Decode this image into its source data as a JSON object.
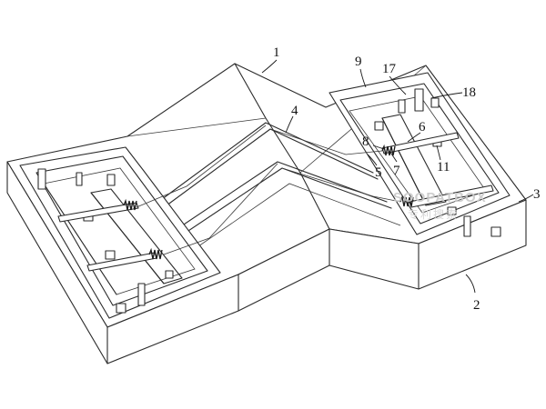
{
  "diagram": {
    "labels": [
      {
        "id": "1",
        "text": "1"
      },
      {
        "id": "2",
        "text": "2"
      },
      {
        "id": "3",
        "text": "3"
      },
      {
        "id": "4",
        "text": "4"
      },
      {
        "id": "5",
        "text": "5"
      },
      {
        "id": "6",
        "text": "6"
      },
      {
        "id": "7",
        "text": "7"
      },
      {
        "id": "8",
        "text": "8"
      },
      {
        "id": "9",
        "text": "9"
      },
      {
        "id": "11",
        "text": "11"
      },
      {
        "id": "17",
        "text": "17"
      },
      {
        "id": "18",
        "text": "18"
      }
    ],
    "watermark": {
      "text": "SOOPATBOX",
      "subtext": "专利搜索"
    },
    "colors": {
      "stroke": "#2b2b2b",
      "background": "#ffffff",
      "watermark": "#c9c9c9"
    }
  }
}
